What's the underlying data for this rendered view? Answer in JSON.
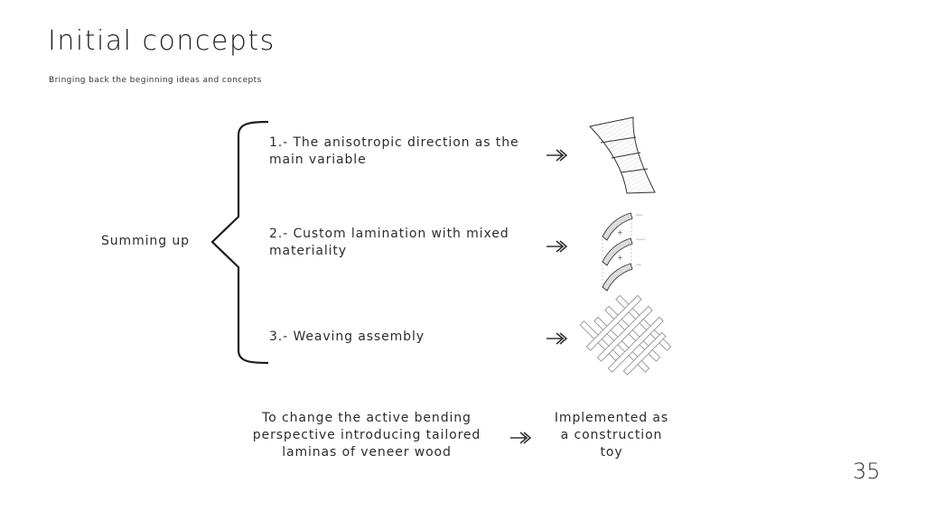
{
  "slide": {
    "title": "Initial concepts",
    "subtitle": "Bringing back the beginning ideas and concepts",
    "summary_label": "Summing up",
    "items": [
      {
        "text_line1": "1.- The anisotropic direction as the",
        "text_line2": "main variable",
        "illustration": "anisotropic-strip-drawing"
      },
      {
        "text_line1": "2.- Custom lamination with mixed",
        "text_line2": "materiality",
        "illustration": "lamination-layers-drawing"
      },
      {
        "text_line1": "3.- Weaving assembly",
        "text_line2": "",
        "illustration": "weaving-grid-drawing"
      }
    ],
    "conclusion": {
      "left_line1": "To change the active bending",
      "left_line2": "perspective introducing tailored",
      "left_line3": "laminas of veneer wood",
      "right_line1": "Implemented as",
      "right_line2": "a construction",
      "right_line3": "toy"
    },
    "page_number": "35",
    "icons": {
      "arrow": "double-headed-right-arrow-icon",
      "brace": "curly-brace-icon"
    },
    "colors": {
      "text": "#2a2a2a",
      "line": "#222222",
      "fill_grey": "#d9d9d9"
    }
  }
}
